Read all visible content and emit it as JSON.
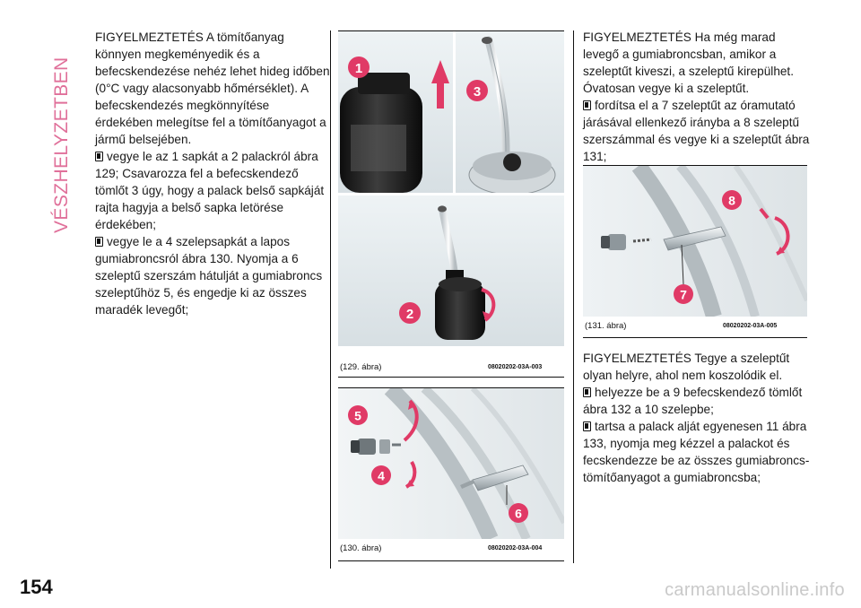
{
  "section_title": "VÉSZHELYZETBEN",
  "page_number": "154",
  "colors": {
    "accent": "#e0709a",
    "badge": "#e03a66"
  },
  "left_column": {
    "intro": "FIGYELMEZTETÉS A tömítőanyag könnyen megkeményedik és a befecskendezése nehéz lehet hideg időben (0°C vagy alacsonyabb hőmérséklet). A befecskendezés megkönnyítése érdekében melegítse fel a tömítőanyagot a jármű belsejében.",
    "steps": [
      "vegye le az 1 sapkát a 2 palackról ábra 129; Csavarozza fel a befecskendező tömlőt 3 úgy, hogy a palack belső sapkáját rajta hagyja a belső sapka letörése érdekében;",
      "vegye le a 4 szelepsapkát a lapos gumiabroncsról ábra 130. Nyomja a 6 szeleptű szerszám hátulját a gumiabroncs szeleptűhöz 5, és engedje ki az összes maradék levegőt;"
    ]
  },
  "figures": {
    "fig129": {
      "caption": "(129. ábra)",
      "code": "08020202-03A-003",
      "labels": [
        "1",
        "3",
        "2"
      ]
    },
    "fig130": {
      "caption": "(130. ábra)",
      "code": "08020202-03A-004",
      "labels": [
        "5",
        "4",
        "6"
      ]
    },
    "fig131": {
      "caption": "(131. ábra)",
      "code": "08020202-03A-005",
      "labels": [
        "8",
        "7"
      ]
    }
  },
  "right_column": {
    "intro": "FIGYELMEZTETÉS Ha még marad levegő a gumiabroncsban, amikor a szeleptűt kiveszi, a szeleptű kirepülhet. Óvatosan vegye ki a szeleptűt.",
    "step1": "fordítsa el a 7 szeleptűt az óramutató járásával ellenkező irányba a 8 szeleptű szerszámmal és vegye ki a szeleptűt ábra 131;",
    "warning2": "FIGYELMEZTETÉS Tegye a szeleptűt olyan helyre, ahol nem koszolódik el.",
    "steps2": [
      "helyezze be a 9 befecskendező tömlőt ábra 132 a 10 szelepbe;",
      "tartsa a palack alját egyenesen 11 ábra 133, nyomja meg kézzel a palackot és fecskendezze be az összes gumiabroncs-tömítőanyagot a gumiabroncsba;"
    ]
  },
  "watermark": "carmanualsonline.info"
}
